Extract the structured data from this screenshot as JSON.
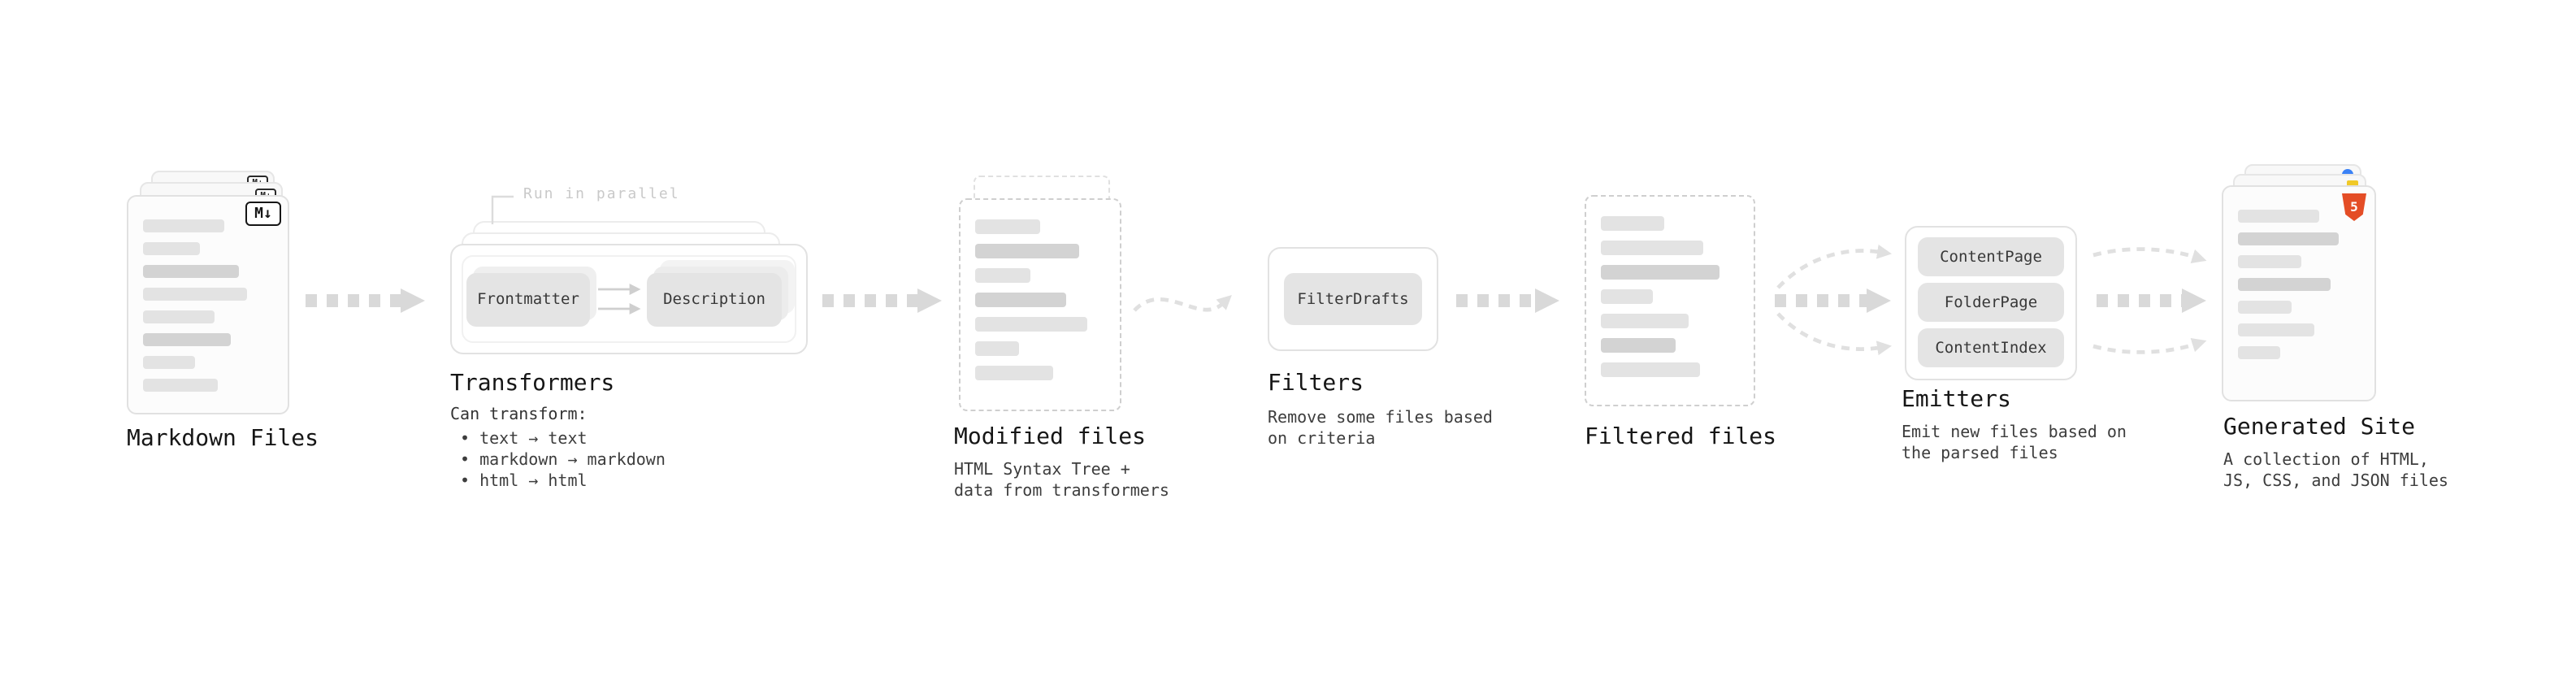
{
  "diagram": {
    "colors": {
      "arrow_gray": "#d9d9d9",
      "button_bg": "#e4e4e4",
      "card_border": "#e2e2e2",
      "html5_orange": "#e44d26",
      "css_blue": "#3b82f6",
      "js_yellow": "#f0c929",
      "label_text": "#161616",
      "caption_text": "#3d3d3d",
      "annotation_text": "#c9c9c9"
    },
    "stages": {
      "markdown_files": {
        "label": "Markdown Files",
        "badge": "M↓"
      },
      "transformers": {
        "label": "Transformers",
        "annotation": "Run in parallel",
        "buttons": [
          "Frontmatter",
          "Description"
        ],
        "caption_title": "Can transform:",
        "caption_items": [
          "• text → text",
          "• markdown → markdown",
          "• html → html"
        ]
      },
      "modified_files": {
        "label": "Modified files",
        "caption_lines": [
          "HTML Syntax Tree +",
          "data from transformers"
        ]
      },
      "filters": {
        "label": "Filters",
        "button": "FilterDrafts",
        "caption_lines": [
          "Remove some files based",
          "on criteria"
        ]
      },
      "filtered_files": {
        "label": "Filtered files"
      },
      "emitters": {
        "label": "Emitters",
        "buttons": [
          "ContentPage",
          "FolderPage",
          "ContentIndex"
        ],
        "caption_lines": [
          "Emit new files based on",
          "the parsed files"
        ]
      },
      "generated_site": {
        "label": "Generated Site",
        "badge": "5",
        "caption_lines": [
          "A collection of HTML,",
          "JS, CSS, and JSON files"
        ]
      }
    }
  }
}
